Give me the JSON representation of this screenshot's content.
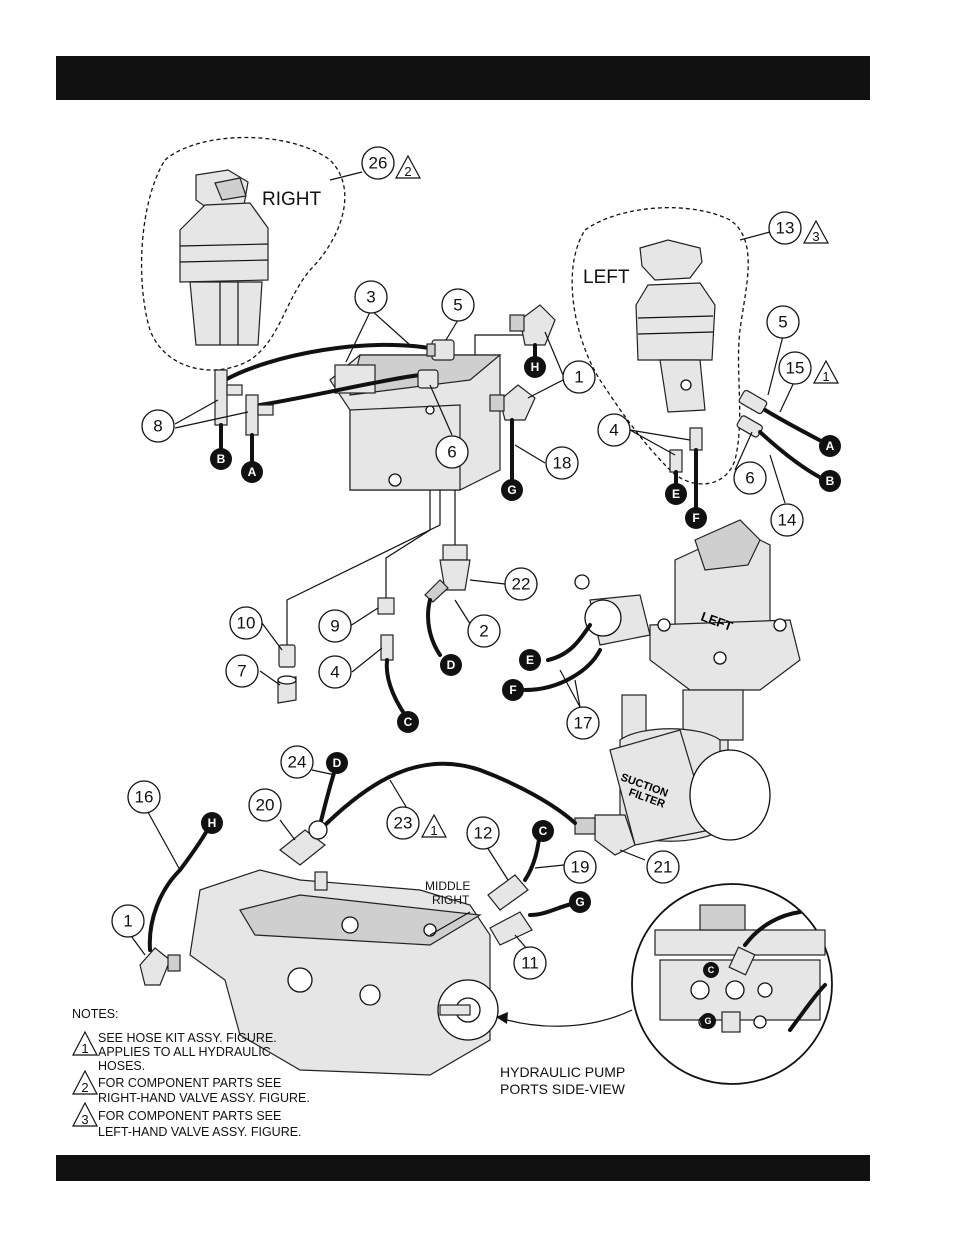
{
  "labels": {
    "right": "RIGHT",
    "left": "LEFT",
    "left_valve_text": "LEFT",
    "suction_filter_1": "SUCTION",
    "suction_filter_2": "FILTER",
    "middle_right_1": "MIDDLE",
    "middle_right_2": "RIGHT",
    "pump_ports_1": "HYDRAULIC PUMP",
    "pump_ports_2": "PORTS SIDE-VIEW"
  },
  "part_numbers": {
    "p26": "26",
    "p13": "13",
    "p3": "3",
    "p5a": "5",
    "p5b": "5",
    "p1a": "1",
    "p1b": "1",
    "p15": "15",
    "p8": "8",
    "p6a": "6",
    "p6b": "6",
    "p4a": "4",
    "p4b": "4",
    "p18": "18",
    "p14": "14",
    "p22": "22",
    "p10": "10",
    "p9": "9",
    "p2": "2",
    "p7": "7",
    "p17": "17",
    "p24": "24",
    "p16": "16",
    "p20": "20",
    "p23": "23",
    "p12": "12",
    "p19": "19",
    "p21": "21",
    "p11": "11"
  },
  "warning_numbers": {
    "w26": "2",
    "w13": "3",
    "w15": "1",
    "w23": "1"
  },
  "connection_letters": {
    "A1": "A",
    "B1": "B",
    "H1": "H",
    "G1": "G",
    "E1": "E",
    "F1": "F",
    "A2": "A",
    "B2": "B",
    "D1": "D",
    "C1": "C",
    "E2": "E",
    "F2": "F",
    "D2": "D",
    "H2": "H",
    "C2": "C",
    "G2": "G",
    "C3": "C",
    "G3": "G"
  },
  "notes": {
    "heading": "NOTES:",
    "n1_num": "1",
    "n1_line1": "SEE HOSE KIT ASSY. FIGURE.",
    "n1_line2": "APPLIES TO ALL HYDRAULIC",
    "n1_line3": "HOSES.",
    "n2_num": "2",
    "n2_line1": "FOR COMPONENT PARTS SEE",
    "n2_line2": "RIGHT-HAND VALVE ASSY. FIGURE.",
    "n3_num": "3",
    "n3_line1": "FOR COMPONENT PARTS SEE",
    "n3_line2": "LEFT-HAND VALVE ASSY. FIGURE."
  }
}
